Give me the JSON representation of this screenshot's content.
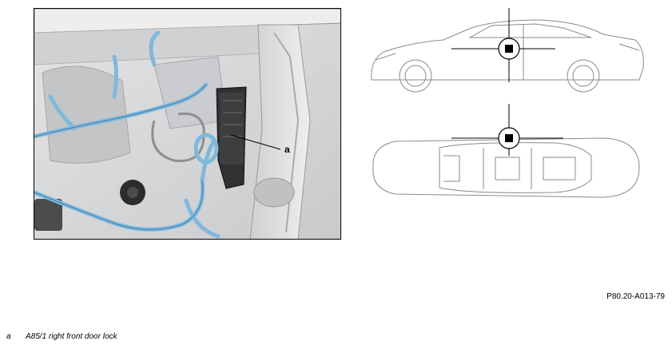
{
  "figure": {
    "callout": "a",
    "code": "P80.20-A013-79"
  },
  "legend": [
    {
      "key": "a",
      "text": "A85/1 right front door lock"
    }
  ]
}
